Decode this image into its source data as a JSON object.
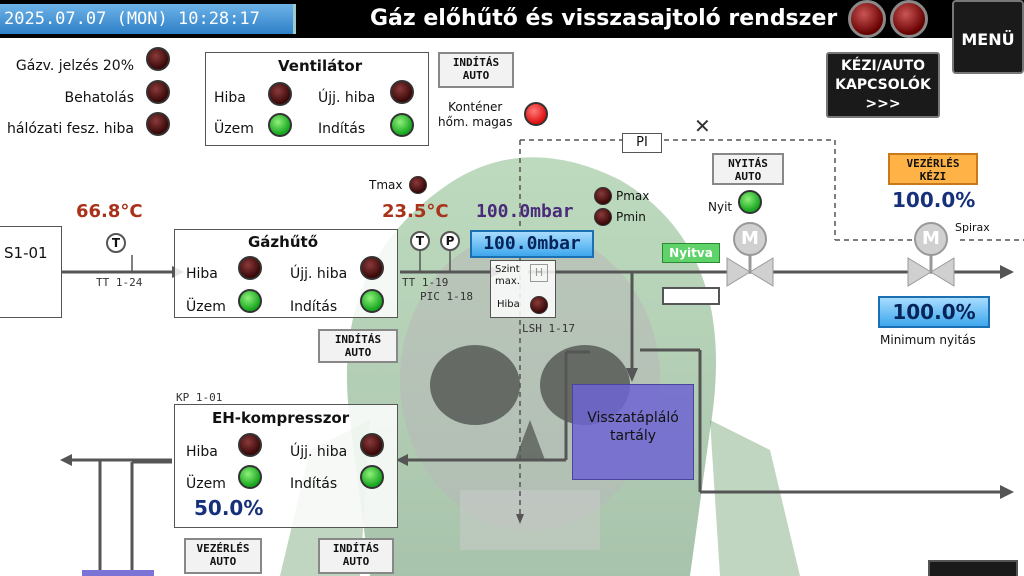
{
  "header": {
    "datetime": "2025.07.07 (MON) 10:28:17",
    "title": "Gáz előhűtő és visszasajtoló rendszer",
    "menu_label": "MENÜ"
  },
  "alarms": [
    {
      "label": "Gázv. jelzés 20%",
      "state": "dark"
    },
    {
      "label": "Behatolás",
      "state": "dark"
    },
    {
      "label": "hálózati fesz. hiba",
      "state": "dark"
    }
  ],
  "ventilator": {
    "title": "Ventilátor",
    "hiba": "Hiba",
    "ujj_hiba": "Újj. hiba",
    "uzem": "Üzem",
    "inditas": "Indítás",
    "start_btn": [
      "INDÍTÁS",
      "AUTO"
    ]
  },
  "container": {
    "label1": "Konténer",
    "label2": "hőm. magas"
  },
  "manual_auto_btn": [
    "KÉZI/AUTO",
    "KAPCSOLÓK",
    ">>>"
  ],
  "pi_label": "PI",
  "temps": {
    "t_in": "66.8°C",
    "t_out": "23.5°C",
    "tmax_label": "Tmax"
  },
  "pressure": {
    "value": "100.0mbar",
    "setpoint": "100.0mbar",
    "pmax": "Pmax",
    "pmin": "Pmin"
  },
  "tags": {
    "tt124": "TT 1-24",
    "tt119": "TT 1-19",
    "pic118": "PIC 1-18",
    "lsh117": "LSH 1-17",
    "kp101": "KP 1-01",
    "s101": "S1-01"
  },
  "sensors": {
    "t": "T",
    "p": "P"
  },
  "gas_cooler": {
    "title": "Gázhűtő",
    "hiba": "Hiba",
    "ujj_hiba": "Újj. hiba",
    "uzem": "Üzem",
    "inditas": "Indítás",
    "start_btn": [
      "INDÍTÁS",
      "AUTO"
    ]
  },
  "level": {
    "label1": "Szint",
    "label2": "max.",
    "h": "H",
    "hiba": "Hiba"
  },
  "valve_open": {
    "btn": [
      "NYITÁS",
      "AUTO"
    ],
    "nyit": "Nyit",
    "status": "Nyitva",
    "m": "M"
  },
  "control": {
    "btn": [
      "VEZÉRLÉS",
      "KÉZI"
    ],
    "value": "100.0%",
    "spirax": "Spirax",
    "m": "M"
  },
  "min_open": {
    "value": "100.0%",
    "label": "Minimum nyitás"
  },
  "tank": {
    "line1": "Visszatápláló",
    "line2": "tartály"
  },
  "compressor": {
    "title": "EH-kompresszor",
    "hiba": "Hiba",
    "ujj_hiba": "Újj. hiba",
    "uzem": "Üzem",
    "inditas": "Indítás",
    "value": "50.0%",
    "ctrl_btn": [
      "VEZÉRLÉS",
      "AUTO"
    ],
    "start_btn": [
      "INDÍTÁS",
      "AUTO"
    ]
  },
  "icons": {
    "close": "close-icon",
    "menu": "menu-button"
  }
}
